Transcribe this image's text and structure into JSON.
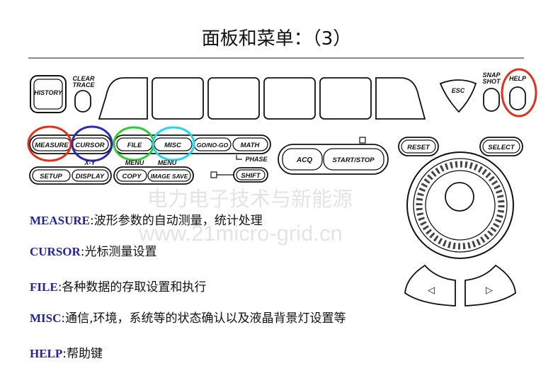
{
  "title": "面板和菜单：（3）",
  "panel": {
    "history": "HISTORY",
    "clear_trace": [
      "CLEAR",
      "TRACE"
    ],
    "snap_shot": [
      "SNAP",
      "SHOT"
    ],
    "help": "HELP",
    "esc": "ESC",
    "measure": "MEASURE",
    "cursor": "CURSOR",
    "file": "FILE",
    "misc": "MISC",
    "go_no_go": "GO/NO-GO",
    "math": "MATH",
    "phase": "PHASE",
    "xy": "X-Y",
    "menu_file": "MENU",
    "menu_misc": "MENU",
    "setup": "SETUP",
    "display": "DISPLAY",
    "copy": "COPY",
    "image_save": "IMAGE SAVE",
    "shift": "SHIFT",
    "acq": "ACQ",
    "start_stop": "START/STOP",
    "reset": "RESET",
    "select": "SELECT",
    "left_arrow": "◁",
    "right_arrow": "▷"
  },
  "highlight_colors": {
    "measure": "#e0301e",
    "cursor": "#2b2bb5",
    "file": "#2ecc2e",
    "misc": "#22d8e8",
    "help": "#e0301e"
  },
  "watermark": {
    "line1": "电力电子技术与新能源",
    "line2": "www.21micro-grid.cn"
  },
  "descriptions": [
    {
      "key": "MEASURE",
      "sep": ":",
      "text": "波形参数的自动测量，统计处理"
    },
    {
      "key": "CURSOR",
      "sep": ":",
      "text": "光标测量设置"
    },
    {
      "key": "FILE",
      "sep": ":",
      "text": "各种数据的存取设置和执行"
    },
    {
      "key": "MISC",
      "sep": ":",
      "text": "通信,环境，系统等的状态确认以及液晶背景灯设置等"
    },
    {
      "key": "HELP",
      "sep": ":",
      "text": "帮助键"
    }
  ]
}
